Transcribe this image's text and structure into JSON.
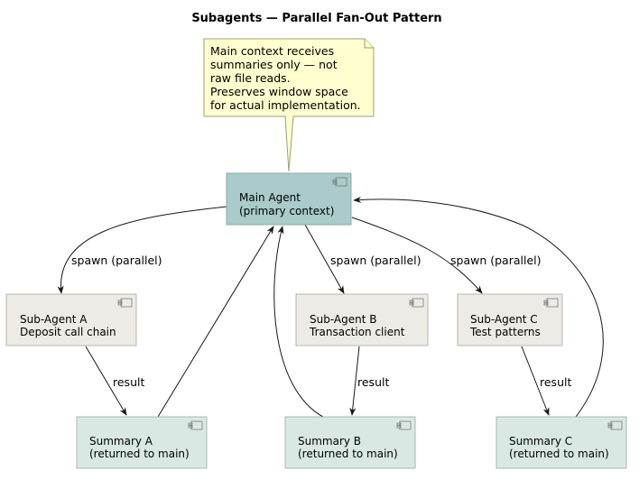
{
  "title": "Subagents — Parallel Fan-Out Pattern",
  "note": {
    "lines": [
      "Main context receives",
      "summaries only — not",
      "raw file reads.",
      "Preserves window space",
      "for actual implementation."
    ]
  },
  "main_agent": {
    "line1": "Main Agent",
    "line2": "(primary context)"
  },
  "sub_agents": [
    {
      "line1": "Sub-Agent A",
      "line2": "Deposit call chain"
    },
    {
      "line1": "Sub-Agent B",
      "line2": "Transaction client"
    },
    {
      "line1": "Sub-Agent C",
      "line2": "Test patterns"
    }
  ],
  "summaries": [
    {
      "line1": "Summary A",
      "line2": "(returned to main)"
    },
    {
      "line1": "Summary B",
      "line2": "(returned to main)"
    },
    {
      "line1": "Summary C",
      "line2": "(returned to main)"
    }
  ],
  "edge_labels": {
    "spawn_a": "spawn (parallel)",
    "spawn_b": "spawn (parallel)",
    "spawn_c": "spawn (parallel)",
    "result_a": "result",
    "result_b": "result",
    "result_c": "result"
  },
  "colors": {
    "main_fill": "#a9cbca",
    "sub_fill": "#edebe6",
    "summary_fill": "#dae8e4",
    "note_fill": "#fefece"
  }
}
